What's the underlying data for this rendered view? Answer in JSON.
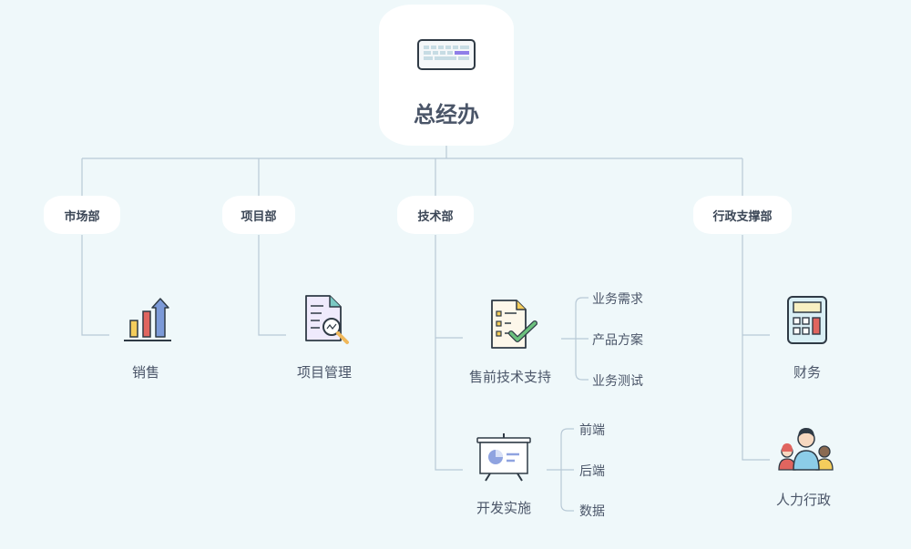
{
  "root": {
    "label": "总经办",
    "icon": "keyboard-icon"
  },
  "departments": [
    {
      "label": "市场部"
    },
    {
      "label": "项目部"
    },
    {
      "label": "技术部"
    },
    {
      "label": "行政支撑部"
    }
  ],
  "teams": {
    "sales": {
      "label": "销售",
      "icon": "bar-chart-icon"
    },
    "project_mgmt": {
      "label": "项目管理",
      "icon": "document-search-icon"
    },
    "presales": {
      "label": "售前技术支持",
      "icon": "checklist-icon",
      "children": [
        "业务需求",
        "产品方案",
        "业务测试"
      ]
    },
    "dev": {
      "label": "开发实施",
      "icon": "presentation-board-icon",
      "children": [
        "前端",
        "后端",
        "数据"
      ]
    },
    "finance": {
      "label": "财务",
      "icon": "calculator-icon"
    },
    "hr_admin": {
      "label": "人力行政",
      "icon": "people-icon"
    }
  },
  "colors": {
    "background": "#eff8fa",
    "line": "#b8c9d6",
    "node_fill": "#ffffff",
    "text": "#4a5568"
  }
}
